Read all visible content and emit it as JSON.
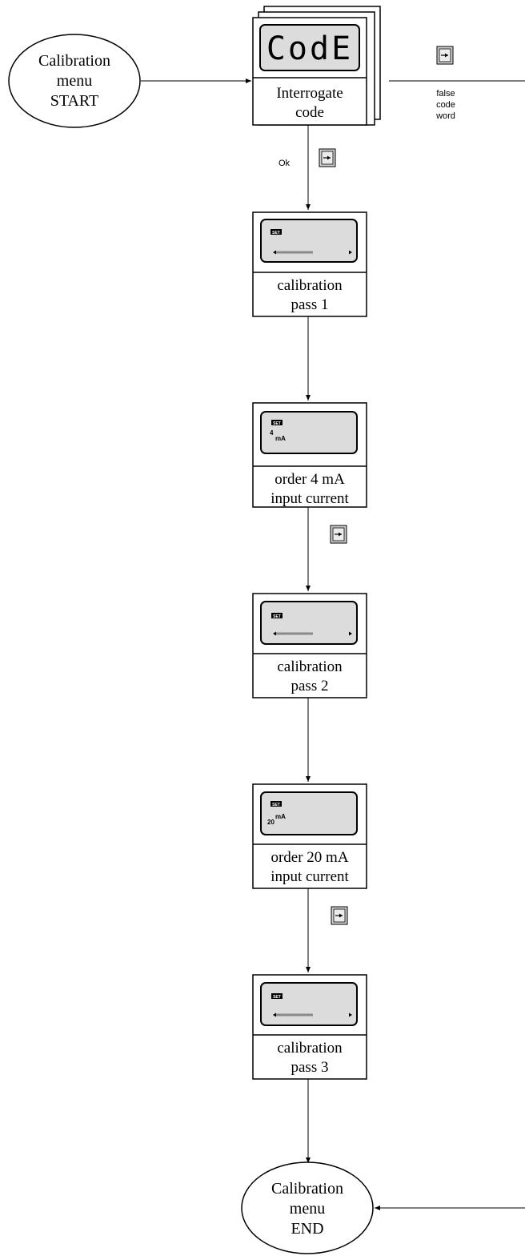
{
  "start": {
    "lines": [
      "Calibration",
      "menu",
      "START"
    ]
  },
  "end": {
    "lines": [
      "Calibration",
      "menu",
      "END"
    ]
  },
  "code_step": {
    "lcd": "CodE",
    "lines": [
      "Interrogate",
      "code"
    ]
  },
  "labels": {
    "ok": "Ok",
    "false_code": [
      "false",
      "code",
      "word"
    ]
  },
  "steps": [
    {
      "lines": [
        "calibration",
        "pass 1"
      ],
      "lcd": {
        "badge": "SET",
        "type": "bar"
      }
    },
    {
      "lines": [
        "order 4 mA",
        "input current"
      ],
      "lcd": {
        "badge": "SET",
        "type": "value",
        "value": "4",
        "unit": "mA"
      }
    },
    {
      "lines": [
        "calibration",
        "pass 2"
      ],
      "lcd": {
        "badge": "SET",
        "type": "bar"
      }
    },
    {
      "lines": [
        "order 20 mA",
        "input current"
      ],
      "lcd": {
        "badge": "SET",
        "type": "value",
        "value": "20",
        "unit": "mA"
      }
    },
    {
      "lines": [
        "calibration",
        "pass 3"
      ],
      "lcd": {
        "badge": "SET",
        "type": "bar"
      }
    }
  ],
  "icons": {
    "enter_key": "enter-key-icon"
  }
}
